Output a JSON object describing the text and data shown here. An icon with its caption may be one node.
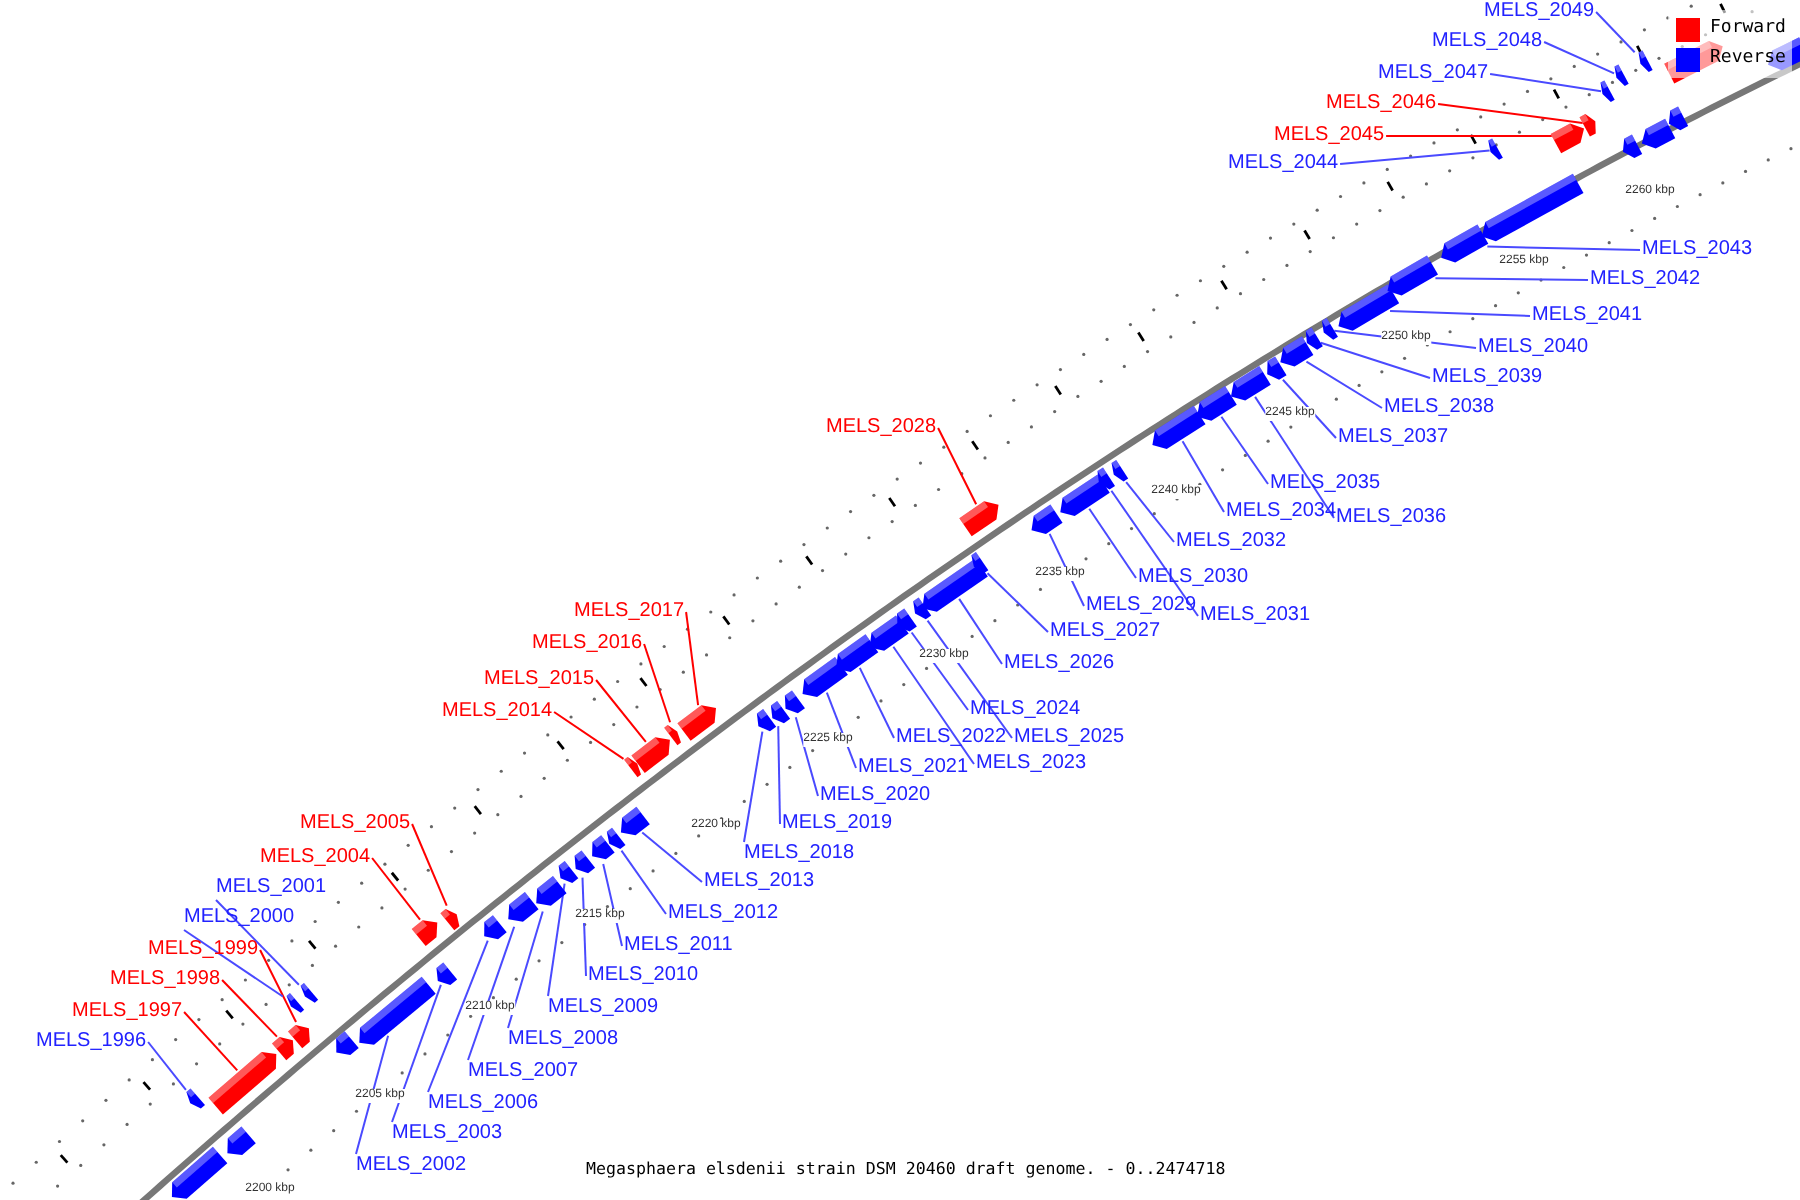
{
  "diagram": {
    "caption": "Megasphaera elsdenii strain DSM 20460 draft genome. - 0..2474718",
    "nodes": [
      {
        "text": [
          "MELS_1996"
        ]
      },
      {
        "text": [
          "MELS_1997"
        ]
      },
      {
        "text": [
          "MELS_1998"
        ]
      },
      {
        "text": [
          "MELS_1999"
        ]
      },
      {
        "text": [
          "MELS_2000"
        ]
      },
      {
        "text": [
          "MELS_2001"
        ]
      },
      {
        "text": [
          "MELS_2002"
        ]
      },
      {
        "text": [
          "MELS_2003"
        ]
      },
      {
        "text": [
          "MELS_2004"
        ]
      },
      {
        "text": [
          "MELS_2005"
        ]
      },
      {
        "text": [
          "MELS_2006"
        ]
      },
      {
        "text": [
          "MELS_2007"
        ]
      },
      {
        "text": [
          "MELS_2008"
        ]
      },
      {
        "text": [
          "MELS_2009"
        ]
      },
      {
        "text": [
          "MELS_2010"
        ]
      },
      {
        "text": [
          "MELS_2011"
        ]
      },
      {
        "text": [
          "MELS_2012"
        ]
      },
      {
        "text": [
          "MELS_2013"
        ]
      },
      {
        "text": [
          "MELS_2014"
        ]
      },
      {
        "text": [
          "MELS_2015"
        ]
      },
      {
        "text": [
          "MELS_2016"
        ]
      },
      {
        "text": [
          "MELS_2017"
        ]
      },
      {
        "text": [
          "MELS_2018"
        ]
      },
      {
        "text": [
          "MELS_2019"
        ]
      },
      {
        "text": [
          "MELS_2020"
        ]
      },
      {
        "text": [
          "MELS_2021"
        ]
      },
      {
        "text": [
          "MELS_2022"
        ]
      },
      {
        "text": [
          "MELS_2023"
        ]
      },
      {
        "text": [
          "MELS_2024"
        ]
      },
      {
        "text": [
          "MELS_2025"
        ]
      },
      {
        "text": [
          "MELS_2026"
        ]
      },
      {
        "text": [
          "MELS_2027"
        ]
      },
      {
        "text": [
          "MELS_2028"
        ]
      },
      {
        "text": [
          "MELS_2029"
        ]
      },
      {
        "text": [
          "MELS_2030"
        ]
      },
      {
        "text": [
          "MELS_2031"
        ]
      },
      {
        "text": [
          "MELS_2032"
        ]
      },
      {
        "text": [
          "MELS_2034"
        ]
      },
      {
        "text": [
          "MELS_2035"
        ]
      },
      {
        "text": [
          "MELS_2036"
        ]
      },
      {
        "text": [
          "MELS_2037"
        ]
      },
      {
        "text": [
          "MELS_2038"
        ]
      },
      {
        "text": [
          "MELS_2039"
        ]
      },
      {
        "text": [
          "MELS_2040"
        ]
      },
      {
        "text": [
          "MELS_2041"
        ]
      },
      {
        "text": [
          "MELS_2042"
        ]
      },
      {
        "text": [
          "MELS_2043"
        ]
      },
      {
        "text": [
          "MELS_2044"
        ]
      },
      {
        "text": [
          "MELS_2045"
        ]
      },
      {
        "text": [
          "MELS_2046"
        ]
      },
      {
        "text": [
          "MELS_2047"
        ]
      },
      {
        "text": [
          "MELS_2048"
        ]
      },
      {
        "text": [
          "MELS_2049"
        ]
      },
      {
        "text": [],
        "shape": "box"
      },
      {
        "text": [],
        "shape": "box"
      },
      {
        "text": [],
        "shape": "box"
      },
      {
        "text": [],
        "shape": "box"
      },
      {
        "text": [],
        "shape": "box"
      },
      {
        "text": [],
        "shape": "box"
      },
      {
        "text": [],
        "shape": "box"
      },
      {
        "text": [],
        "shape": "box"
      },
      {
        "text": [],
        "shape": "box"
      },
      {
        "text": [],
        "shape": "box"
      },
      {
        "text": [],
        "shape": "box"
      },
      {
        "text": [],
        "shape": "box"
      },
      {
        "text": [],
        "shape": "box"
      },
      {
        "text": [],
        "shape": "box"
      },
      {
        "text": [],
        "shape": "box"
      },
      {
        "text": [],
        "shape": "box"
      },
      {
        "text": [],
        "shape": "box"
      },
      {
        "text": [],
        "shape": "box"
      },
      {
        "text": [],
        "shape": "box"
      },
      {
        "text": [],
        "shape": "box"
      },
      {
        "text": [],
        "shape": "box"
      },
      {
        "text": [],
        "shape": "box"
      },
      {
        "text": [],
        "shape": "box"
      },
      {
        "text": [],
        "shape": "box"
      },
      {
        "text": [],
        "shape": "box"
      },
      {
        "text": [],
        "shape": "box"
      },
      {
        "text": [],
        "shape": "box"
      },
      {
        "text": [],
        "shape": "box"
      },
      {
        "text": [],
        "shape": "box"
      },
      {
        "text": [],
        "shape": "box"
      },
      {
        "text": [],
        "shape": "box"
      },
      {
        "text": [],
        "shape": "box"
      },
      {
        "text": [],
        "shape": "box"
      },
      {
        "text": [],
        "shape": "box"
      },
      {
        "text": [],
        "shape": "box"
      },
      {
        "text": [],
        "shape": "box"
      },
      {
        "text": [],
        "shape": "box"
      },
      {
        "text": [],
        "shape": "box"
      },
      {
        "text": [],
        "shape": "box"
      },
      {
        "text": [],
        "shape": "box"
      },
      {
        "text": [],
        "shape": "box"
      },
      {
        "text": [],
        "shape": "box"
      },
      {
        "text": [],
        "shape": "box"
      },
      {
        "text": [],
        "shape": "box"
      },
      {
        "text": [],
        "shape": "box"
      },
      {
        "text": [],
        "shape": "box"
      },
      {
        "text": [],
        "shape": "box"
      },
      {
        "text": [],
        "shape": "box"
      },
      {
        "text": [],
        "shape": "box"
      },
      {
        "text": [],
        "shape": "box"
      },
      {
        "text": [],
        "shape": "box"
      },
      {
        "text": [],
        "shape": "box"
      },
      {
        "text": [],
        "shape": "box"
      },
      {
        "text": [],
        "shape": "box"
      },
      {
        "text": [],
        "shape": "box"
      },
      {
        "text": [],
        "shape": "box"
      },
      {
        "text": [],
        "shape": "box"
      },
      {
        "text": [],
        "shape": "box"
      },
      {
        "text": [],
        "shape": "box"
      },
      {
        "text": [],
        "shape": "box"
      },
      {
        "text": [],
        "shape": "box"
      },
      {
        "text": [],
        "shape": "box"
      }
    ],
    "edges": [
      {
        "from": 0,
        "to": 53,
        "arrow": "none"
      },
      {
        "from": 1,
        "to": 54,
        "arrow": "none",
        "color": "#ff0000"
      },
      {
        "from": 2,
        "to": 55,
        "arrow": "none",
        "color": "#ff0000"
      },
      {
        "from": 3,
        "to": 56,
        "arrow": "none",
        "color": "#ff0000"
      },
      {
        "from": 4,
        "to": 57,
        "arrow": "none"
      },
      {
        "from": 5,
        "to": 58,
        "arrow": "none"
      },
      {
        "from": 6,
        "to": 59,
        "arrow": "none"
      },
      {
        "from": 7,
        "to": 60,
        "arrow": "none"
      },
      {
        "from": 8,
        "to": 61,
        "arrow": "none",
        "color": "#ff0000"
      },
      {
        "from": 9,
        "to": 62,
        "arrow": "none",
        "color": "#ff0000"
      },
      {
        "from": 10,
        "to": 63,
        "arrow": "none"
      },
      {
        "from": 11,
        "to": 64,
        "arrow": "none"
      },
      {
        "from": 12,
        "to": 65,
        "arrow": "none"
      },
      {
        "from": 13,
        "to": 66,
        "arrow": "none"
      },
      {
        "from": 14,
        "to": 67,
        "arrow": "none"
      },
      {
        "from": 15,
        "to": 68,
        "arrow": "none"
      },
      {
        "from": 16,
        "to": 69,
        "arrow": "none"
      },
      {
        "from": 17,
        "to": 70,
        "arrow": "none"
      },
      {
        "from": 18,
        "to": 71,
        "arrow": "none",
        "color": "#ff0000"
      },
      {
        "from": 19,
        "to": 72,
        "arrow": "none",
        "color": "#ff0000"
      },
      {
        "from": 20,
        "to": 73,
        "arrow": "none",
        "color": "#ff0000"
      },
      {
        "from": 21,
        "to": 74,
        "arrow": "none",
        "color": "#ff0000"
      },
      {
        "from": 22,
        "to": 75,
        "arrow": "none"
      },
      {
        "from": 23,
        "to": 76,
        "arrow": "none"
      },
      {
        "from": 24,
        "to": 77,
        "arrow": "none"
      },
      {
        "from": 25,
        "to": 78,
        "arrow": "none"
      },
      {
        "from": 26,
        "to": 79,
        "arrow": "none"
      },
      {
        "from": 27,
        "to": 80,
        "arrow": "none"
      },
      {
        "from": 28,
        "to": 81,
        "arrow": "none"
      },
      {
        "from": 29,
        "to": 82,
        "arrow": "none"
      },
      {
        "from": 30,
        "to": 83,
        "arrow": "none"
      },
      {
        "from": 31,
        "to": 84,
        "arrow": "none"
      },
      {
        "from": 32,
        "to": 85,
        "arrow": "none",
        "color": "#ff0000"
      },
      {
        "from": 33,
        "to": 86,
        "arrow": "none"
      },
      {
        "from": 34,
        "to": 87,
        "arrow": "none"
      },
      {
        "from": 35,
        "to": 88,
        "arrow": "none"
      },
      {
        "from": 36,
        "to": 89,
        "arrow": "none"
      },
      {
        "from": 37,
        "to": 90,
        "arrow": "none"
      },
      {
        "from": 38,
        "to": 91,
        "arrow": "none"
      },
      {
        "from": 39,
        "to": 92,
        "arrow": "none"
      },
      {
        "from": 40,
        "to": 93,
        "arrow": "none"
      },
      {
        "from": 41,
        "to": 94,
        "arrow": "none"
      },
      {
        "from": 42,
        "to": 95,
        "arrow": "none"
      },
      {
        "from": 43,
        "to": 96,
        "arrow": "none"
      },
      {
        "from": 44,
        "to": 97,
        "arrow": "none"
      },
      {
        "from": 45,
        "to": 98,
        "arrow": "none"
      },
      {
        "from": 46,
        "to": 99,
        "arrow": "none"
      },
      {
        "from": 47,
        "to": 100,
        "arrow": "none"
      },
      {
        "from": 48,
        "to": 101,
        "arrow": "none",
        "color": "#ff0000"
      },
      {
        "from": 49,
        "to": 102,
        "arrow": "none",
        "color": "#ff0000"
      },
      {
        "from": 50,
        "to": 103,
        "arrow": "none"
      },
      {
        "from": 51,
        "to": 104,
        "arrow": "none"
      },
      {
        "from": 52,
        "to": 105,
        "arrow": "none"
      }
    ],
    "labels": [
      "2200 kbp",
      "2205 kbp",
      "2210 kbp",
      "2215 kbp",
      "2220 kbp",
      "2225 kbp",
      "2230 kbp",
      "2235 kbp",
      "2240 kbp",
      "2245 kbp",
      "2250 kbp",
      "2255 kbp",
      "2260 kbp"
    ],
    "legend": [
      {
        "text": "Forward",
        "color": "#ff0000"
      },
      {
        "text": "Reverse",
        "color": "#0000ff"
      }
    ]
  }
}
